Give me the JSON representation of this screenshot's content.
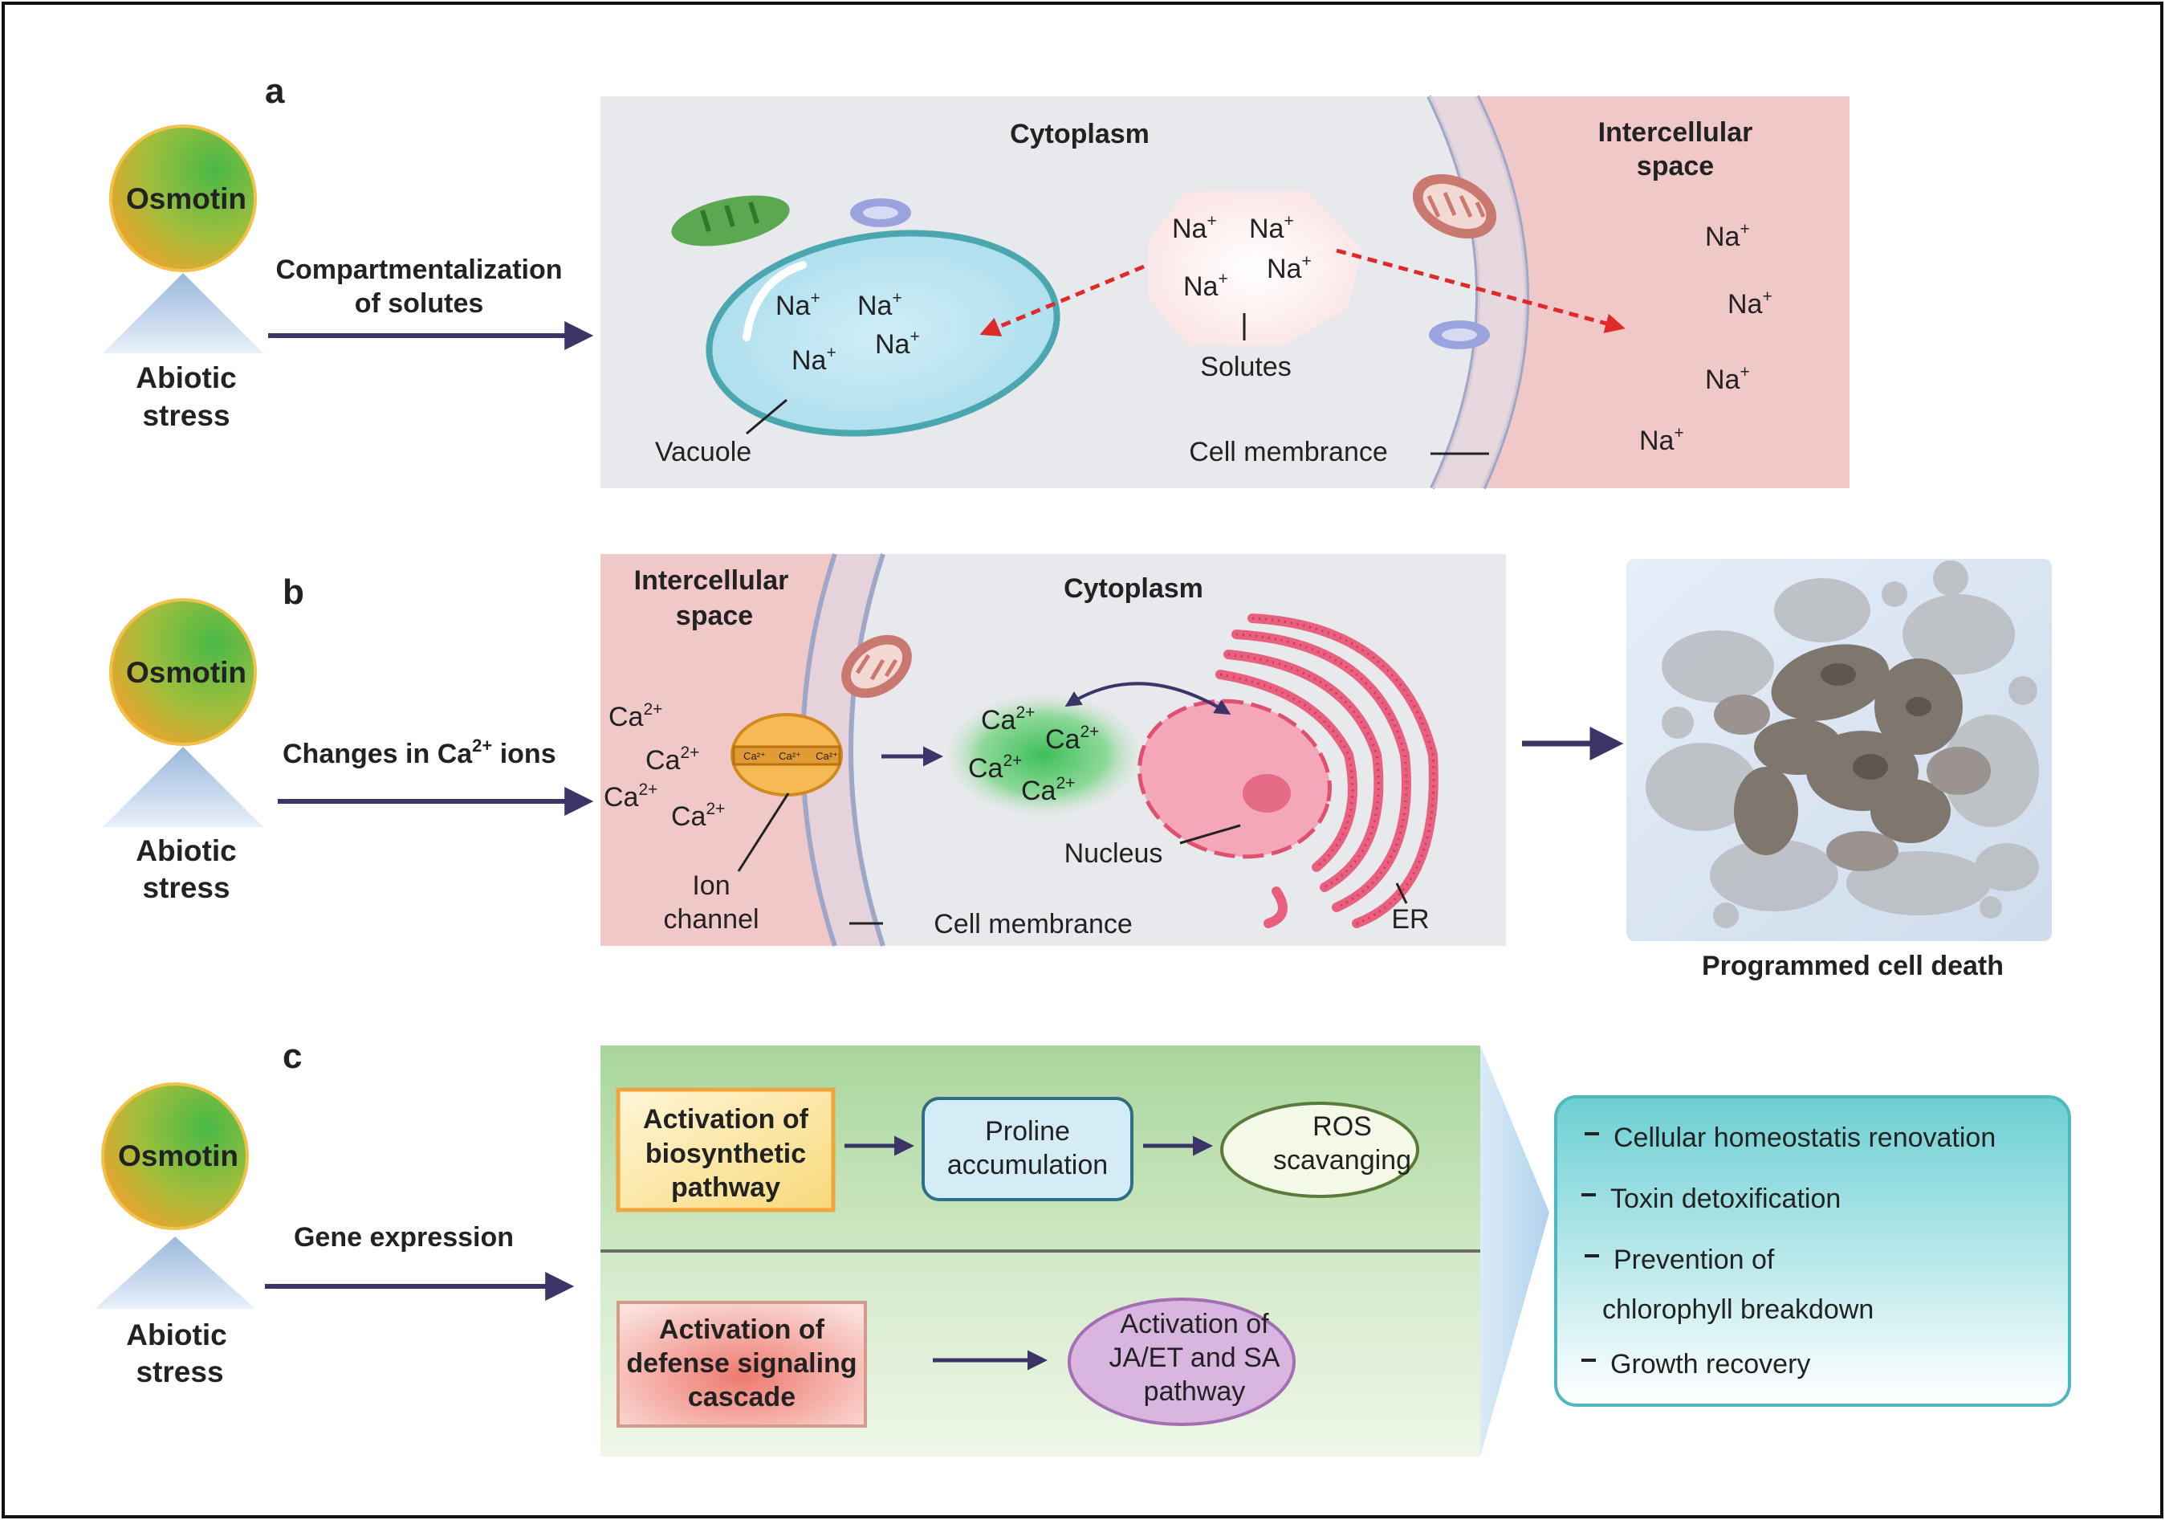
{
  "panel_a": {
    "letter": "a",
    "osmotin": "Osmotin",
    "stress_line1": "Abiotic",
    "stress_line2": "stress",
    "arrow_label_line1": "Compartmentalization",
    "arrow_label_line2": "of solutes",
    "cytoplasm": "Cytoplasm",
    "intercellular_line1": "Intercellular",
    "intercellular_line2": "space",
    "vacuole": "Vacuole",
    "solutes": "Solutes",
    "cell_membrane": "Cell membrance",
    "ion": "Na",
    "charge": "+"
  },
  "panel_b": {
    "letter": "b",
    "osmotin": "Osmotin",
    "stress_line1": "Abiotic",
    "stress_line2": "stress",
    "arrow_label_pre": "Changes in Ca",
    "arrow_label_sup": "2+",
    "arrow_label_post": " ions",
    "intercellular_line1": "Intercellular",
    "intercellular_line2": "space",
    "cytoplasm": "Cytoplasm",
    "ion": "Ca",
    "charge": "2+",
    "channel_ion": "Ca²⁺",
    "ion_channel_line1": "Ion",
    "ion_channel_line2": "channel",
    "cell_membrane": "Cell membrance",
    "nucleus": "Nucleus",
    "er": "ER",
    "outcome": "Programmed cell death"
  },
  "panel_c": {
    "letter": "c",
    "osmotin": "Osmotin",
    "stress_line1": "Abiotic",
    "stress_line2": "stress",
    "arrow_label": "Gene expression",
    "box1": [
      "Activation of",
      "biosynthetic",
      "pathway"
    ],
    "box2": [
      "Proline",
      "accumulation"
    ],
    "box3": [
      "ROS",
      "scavanging"
    ],
    "box4": [
      "Activation of",
      "defense signaling",
      "cascade"
    ],
    "box5": [
      "Activation of",
      "JA/ET and SA",
      "pathway"
    ],
    "outcomes": [
      "Cellular homeostatis renovation",
      "Toxin detoxification",
      "Prevention of",
      "chlorophyll breakdown",
      "Growth recovery"
    ]
  },
  "colors": {
    "arrow": "#3a3566",
    "dashed_arrow": "#e02a2a",
    "cytoplasm_bg": "#e8e9ec",
    "intercellular_bg": "#f1c8c8",
    "osmotin_green": "#4fb748",
    "osmotin_orange": "#f0a02a",
    "outcome_box": "#7fd3d6"
  }
}
